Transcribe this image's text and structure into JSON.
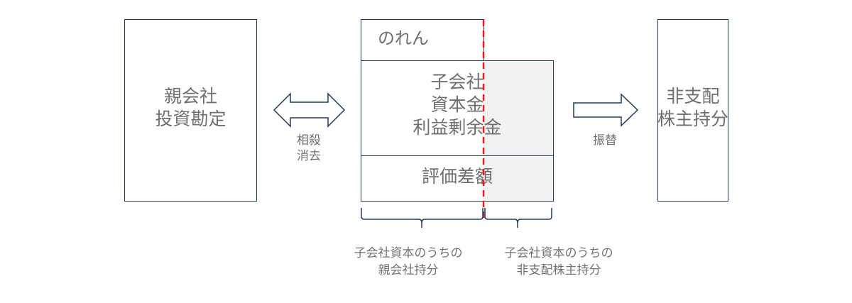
{
  "left_box": {
    "line1": "親会社",
    "line2": "投資勘定"
  },
  "goodwill": {
    "label": "のれん"
  },
  "capital": {
    "line1": "子会社",
    "line2": "資本金",
    "line3": "利益剰余金"
  },
  "valuation": {
    "label": "評価差額"
  },
  "right_box": {
    "line1": "非支配",
    "line2": "株主持分"
  },
  "offset_label": {
    "line1": "相殺",
    "line2": "消去"
  },
  "transfer_label": {
    "label": "振替"
  },
  "brace_left_caption": {
    "line1": "子会社資本のうちの",
    "line2": "親会社持分"
  },
  "brace_right_caption": {
    "line1": "子会社資本のうちの",
    "line2": "非支配株主持分"
  },
  "colors": {
    "border": "#233a5c",
    "divider": "#e02020",
    "shade": "#f2f2f2",
    "text": "#707070"
  }
}
